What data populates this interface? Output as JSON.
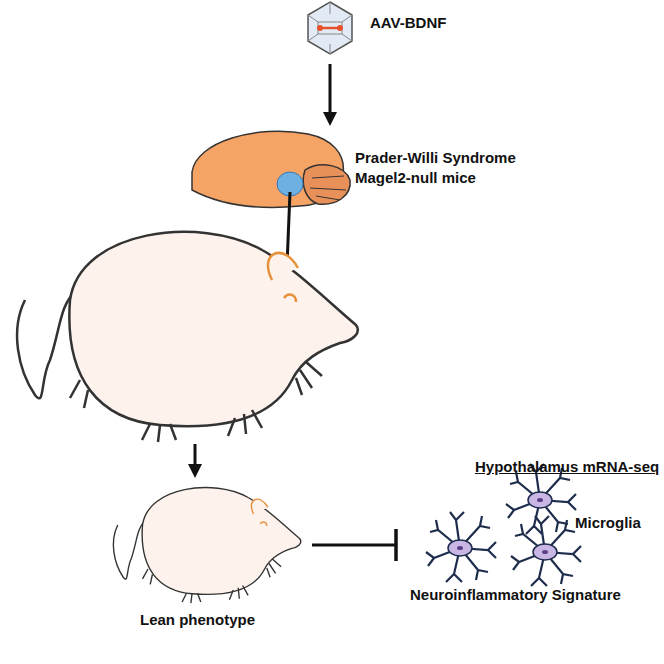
{
  "diagram": {
    "nodes": [
      {
        "text": [
          "AAV-BDNF"
        ]
      },
      {
        "text": [
          "Prader-Willi Syndrome Magel2-null mice"
        ]
      },
      {
        "text": [
          "Lean phenotype"
        ]
      },
      {
        "text": [
          "Hypothalamus mRNA-seq",
          "Microglia",
          "Neuroinflammatory Signature"
        ]
      }
    ],
    "edges": [
      {
        "from": 0,
        "to": 1,
        "arrow": "to"
      },
      {
        "from": 2,
        "to": 3,
        "arrow": "to"
      }
    ]
  }
}
